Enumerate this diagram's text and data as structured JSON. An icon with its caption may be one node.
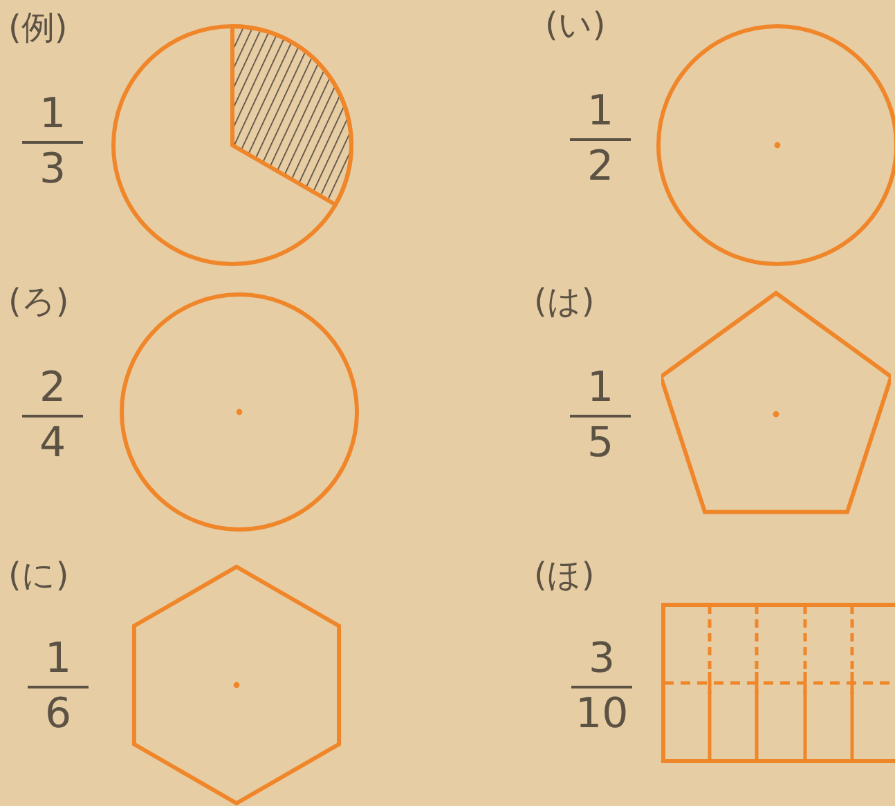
{
  "diagram": {
    "nodes": [
      {
        "text": [
          "(例)",
          "1",
          "3"
        ]
      },
      {
        "text": [
          "(い)",
          "1",
          "2"
        ]
      },
      {
        "text": [
          "(ろ)",
          "2",
          "4"
        ]
      },
      {
        "text": [
          "(は)",
          "1",
          "5"
        ]
      },
      {
        "text": [
          "(に)",
          "1",
          "6"
        ]
      },
      {
        "text": [
          "(ほ)",
          "3",
          "10"
        ]
      }
    ]
  }
}
